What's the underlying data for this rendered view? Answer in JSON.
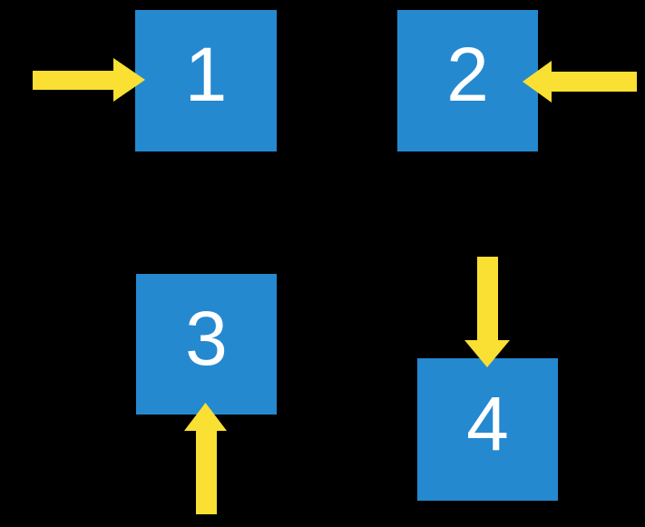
{
  "scene": {
    "description": "Four numbered blue squares on a black background, each indicated by a yellow arrow from a different direction",
    "background_color": "#000000",
    "box_color": "#2589D0",
    "arrow_color": "#F9E032",
    "label_color": "#FFFFFF"
  },
  "boxes": [
    {
      "label": "1",
      "arrow_direction": "right",
      "arrow_enters_from": "left"
    },
    {
      "label": "2",
      "arrow_direction": "left",
      "arrow_enters_from": "right"
    },
    {
      "label": "3",
      "arrow_direction": "up",
      "arrow_enters_from": "bottom"
    },
    {
      "label": "4",
      "arrow_direction": "down",
      "arrow_enters_from": "top"
    }
  ]
}
